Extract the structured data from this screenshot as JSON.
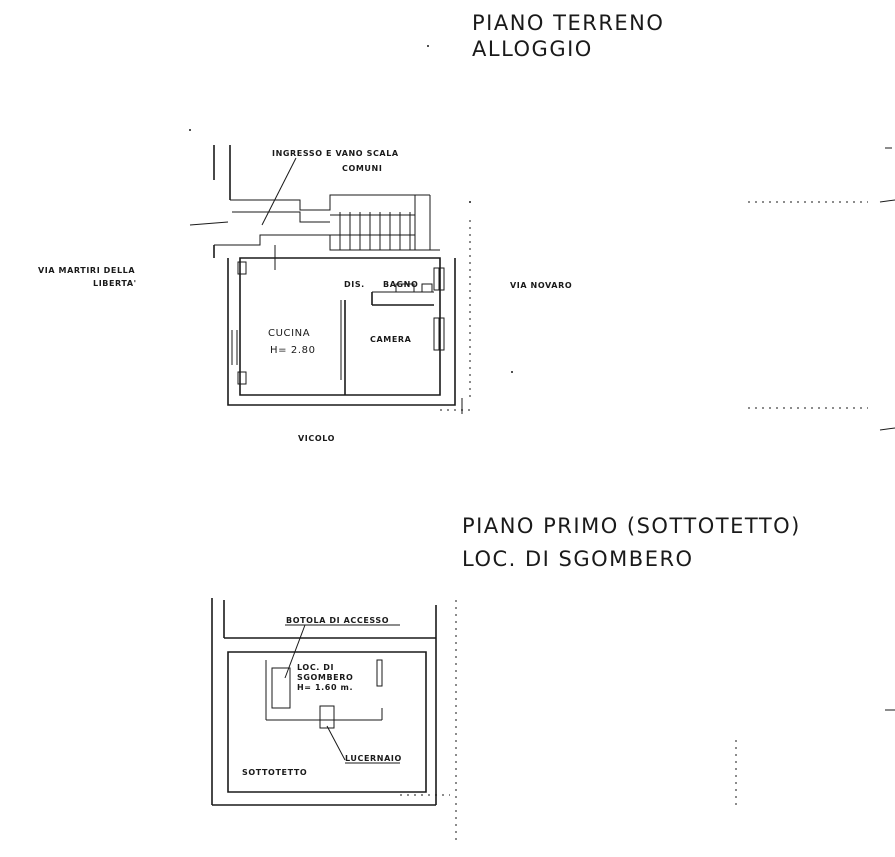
{
  "ground_floor": {
    "title_line1": "PIANO TERRENO",
    "title_line2": "ALLOGGIO",
    "label_entrance_line1": "INGRESSO E VANO SCALA",
    "label_entrance_line2": "COMUNI",
    "label_street_left_line1": "VIA MARTIRI DELLA",
    "label_street_left_line2": "LIBERTA'",
    "label_street_right": "VIA NOVARO",
    "label_dis": "DIS.",
    "label_bagno": "BAGNO",
    "label_cucina": "CUCINA",
    "label_height": "H= 2.80",
    "label_camera": "CAMERA",
    "label_bottom": "VICOLO"
  },
  "first_floor": {
    "title_line1": "PIANO PRIMO (SOTTOTETTO)",
    "title_line2": "LOC. DI SGOMBERO",
    "label_botola": "BOTOLA DI ACCESSO",
    "label_loc_line1": "LOC. DI",
    "label_loc_line2": "SGOMBERO",
    "label_loc_line3": "H= 1.60 m.",
    "label_lucernaio": "LUCERNAIO",
    "label_sottotetto": "SOTTOTETTO"
  }
}
